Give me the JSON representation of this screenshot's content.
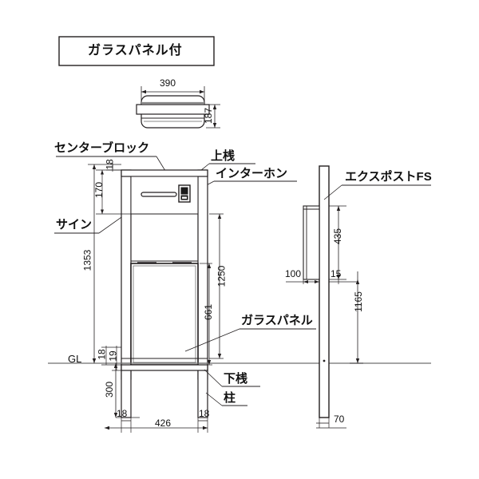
{
  "title_box": {
    "label": "ガラスパネル付"
  },
  "plan_view": {
    "width_dim": "390",
    "height_dim": "187"
  },
  "front_elevation": {
    "callouts": {
      "center_block": "センターブロック",
      "upper_rail": "上桟",
      "intercom": "インターホン",
      "sign": "サイン",
      "glass_panel": "ガラスパネル",
      "lower_rail": "下桟",
      "post": "柱"
    },
    "dimensions": {
      "top_cap": "18",
      "upper_section": "170",
      "total_above_gl": "1353",
      "panel_opening": "1250",
      "glass_height": "661",
      "lower_rail_a": "18",
      "lower_rail_b": "19",
      "below_gl": "300",
      "left_post_width": "18",
      "body_width": "426",
      "right_post_width": "18"
    },
    "ground_line_label": "GL"
  },
  "side_elevation": {
    "callouts": {
      "expost": "エクスポストFS"
    },
    "dimensions": {
      "mailbox_height": "435",
      "mailbox_depth": "100",
      "gap": "15",
      "total_height": "1165",
      "post_depth": "70"
    }
  },
  "colors": {
    "line": "#231f20",
    "thin_line": "#6f6f6f",
    "fill_gray": "#9a9a9a",
    "dark_fill": "#1a1a1a",
    "background": "#ffffff"
  }
}
